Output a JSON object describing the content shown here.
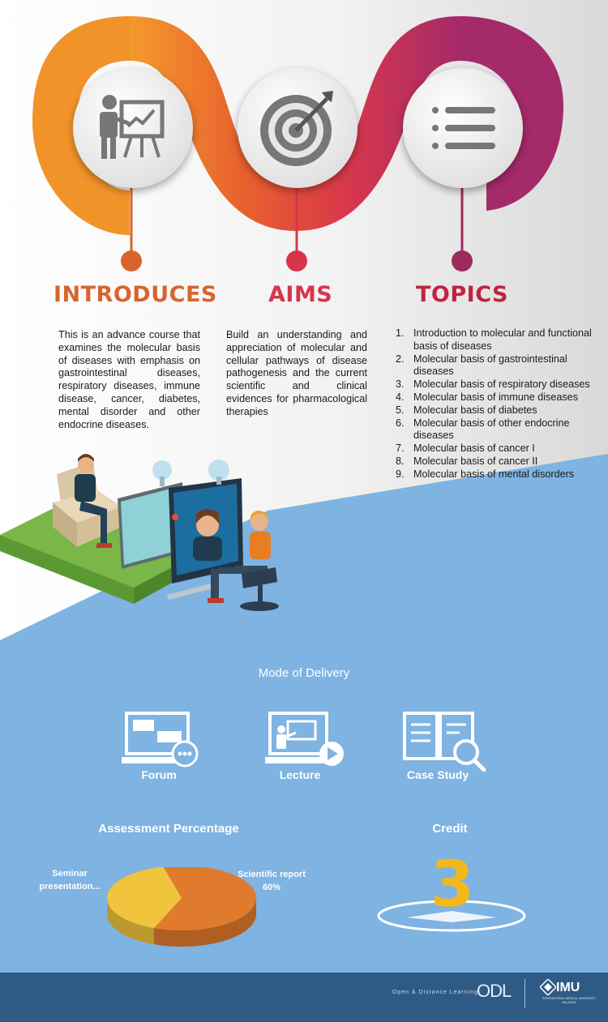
{
  "sections": [
    {
      "title": "INTRODUCES",
      "color": "#d8642c",
      "icon": "presentation-icon",
      "text": "This is an advance course that examines the molecular basis of diseases with emphasis on gastrointestinal diseases, respiratory diseases, immune disease, cancer, diabetes, mental disorder and other endocrine diseases."
    },
    {
      "title": "AIMS",
      "color": "#d8344a",
      "icon": "target-icon",
      "text": "Build an understanding and appreciation of molecular and cellular pathways of disease pathogenesis and the current scientific and clinical evidences for pharmacological therapies"
    },
    {
      "title": "TOPICS",
      "color": "#c0243f",
      "icon": "list-icon"
    }
  ],
  "topics": [
    "Introduction to molecular and functional basis of diseases",
    "Molecular basis of gastrointestinal diseases",
    "Molecular basis of respiratory diseases",
    "Molecular basis of immune diseases",
    "Molecular basis of diabetes",
    "Molecular basis of other endocrine diseases",
    "Molecular basis of cancer I",
    "Molecular basis of cancer II",
    "Molecular basis of mental disorders"
  ],
  "delivery": {
    "title": "Mode of Delivery",
    "items": [
      {
        "label": "Forum",
        "icon": "forum-laptop-icon"
      },
      {
        "label": "Lecture",
        "icon": "lecture-laptop-icon"
      },
      {
        "label": "Case Study",
        "icon": "book-magnifier-icon"
      }
    ]
  },
  "assessment": {
    "title": "Assessment Percentage",
    "slices": [
      {
        "label": "Scientific report",
        "value_text": "60%",
        "value": 60,
        "color": "#e07a2c"
      },
      {
        "label": "Seminar presentation...",
        "value": 40,
        "color": "#f0c43c"
      }
    ]
  },
  "credit": {
    "title": "Credit",
    "value": "3"
  },
  "footer": {
    "odl_text": "Open & Distance Learning",
    "odl_logo": "ODL",
    "imu_logo": "IMU",
    "imu_sub": "INTERNATIONAL MEDICAL UNIVERSITY",
    "imu_country": "MALAYSIA"
  },
  "colors": {
    "orange": "#f0942a",
    "red": "#e2453a",
    "magenta": "#a42a6a",
    "blue": "#7eb3e2",
    "footer": "#2e5b86",
    "credit": "#f2b81e"
  }
}
